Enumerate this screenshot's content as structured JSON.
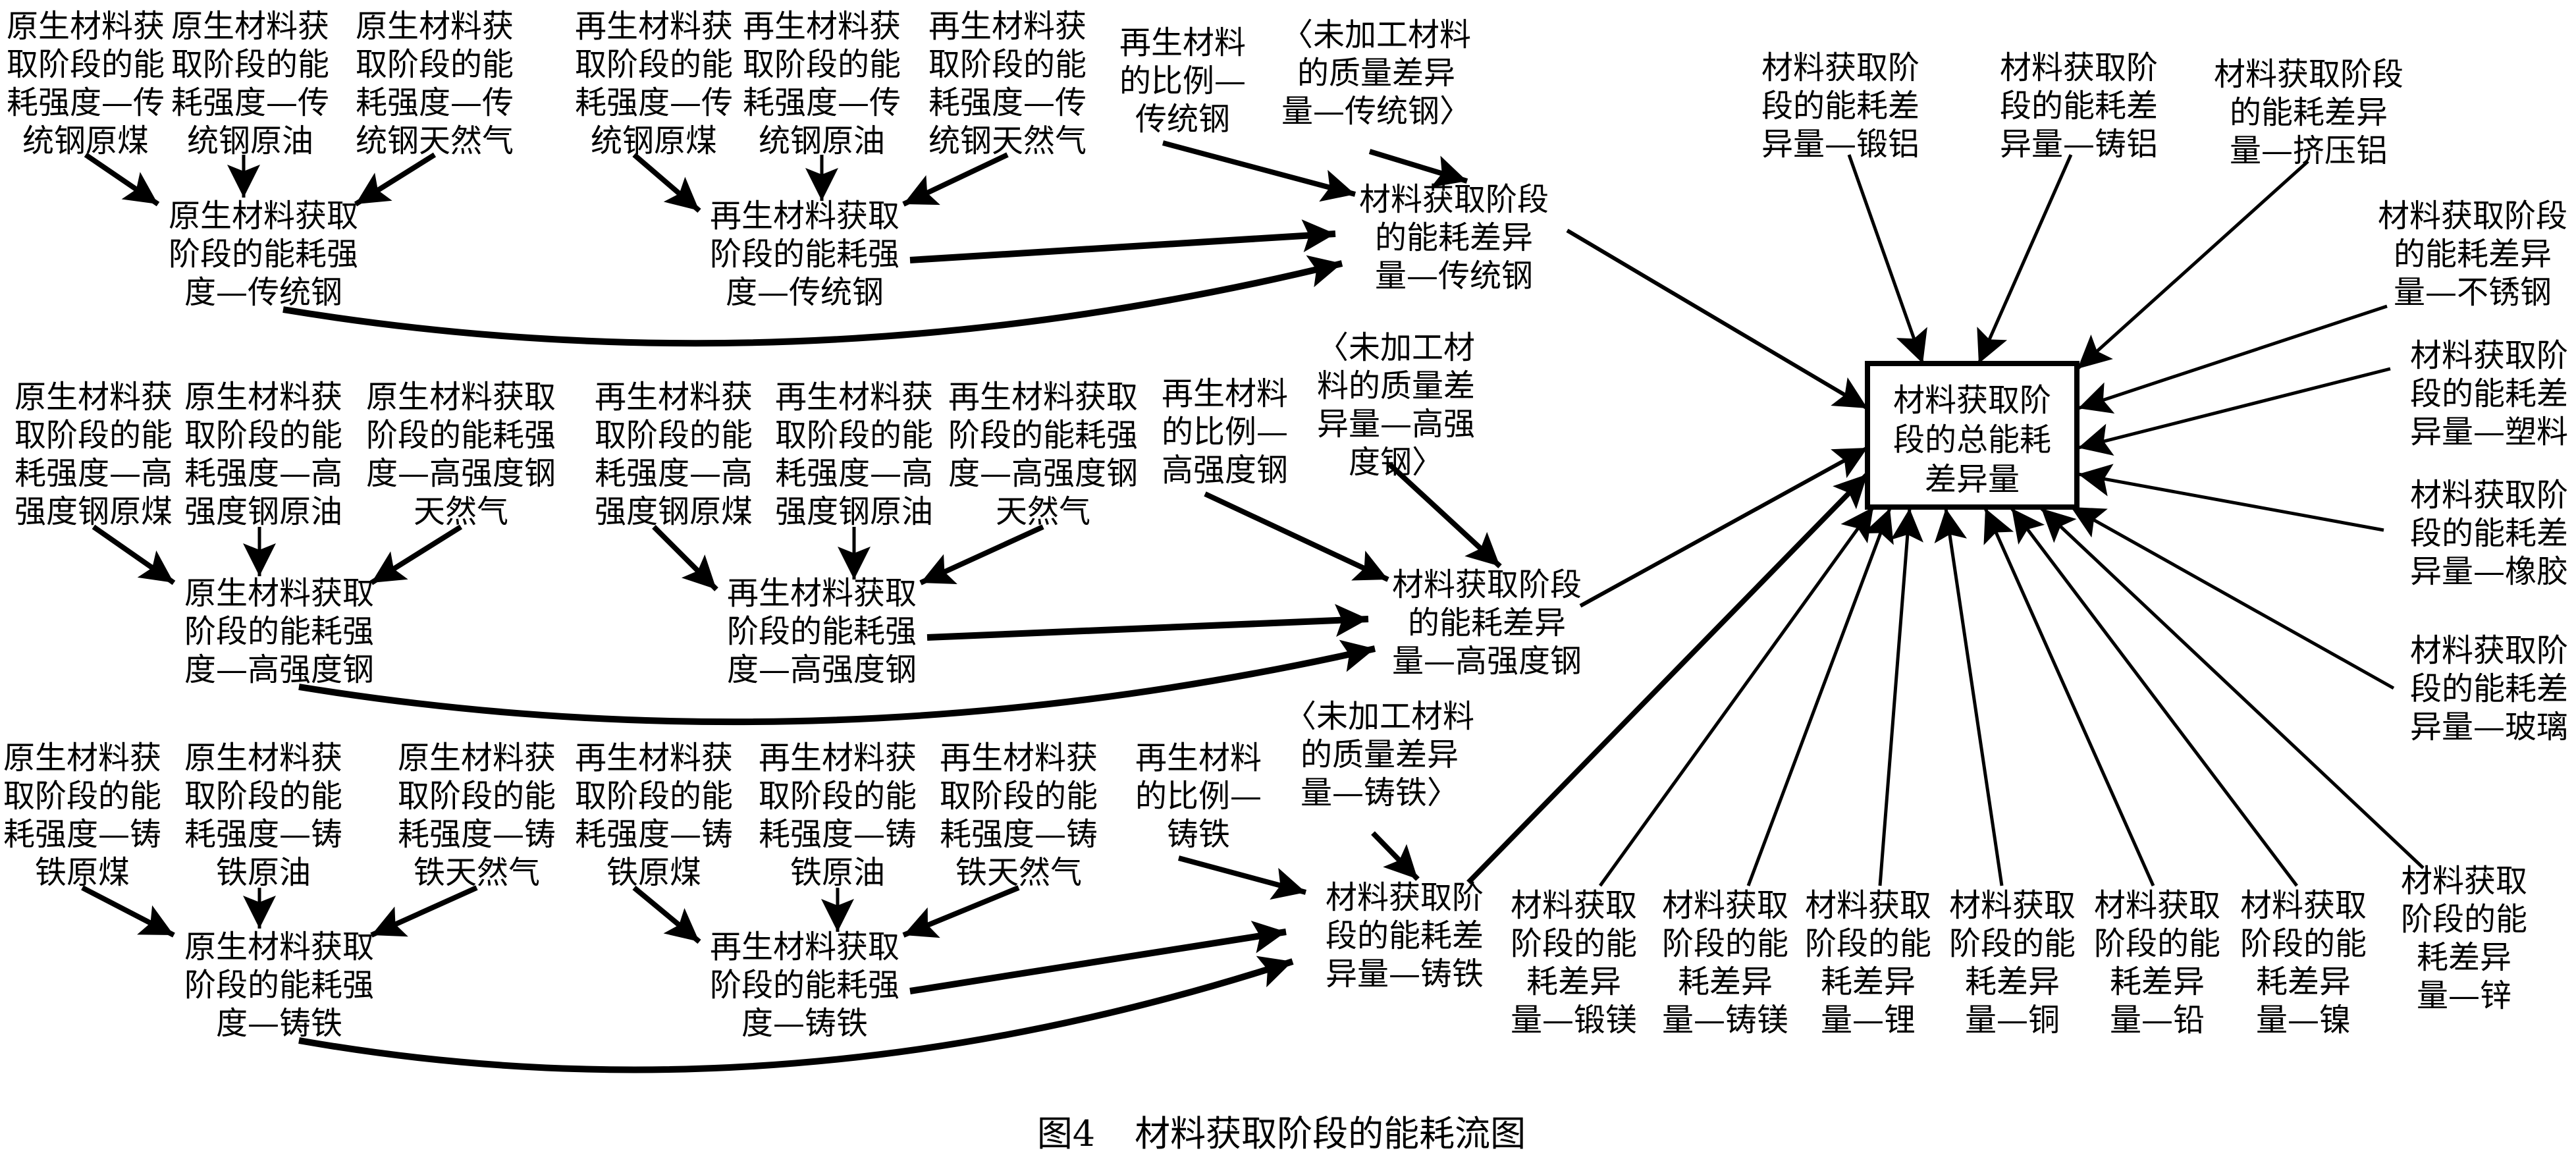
{
  "colors": {
    "ink": "#000000",
    "background": "#ffffff"
  },
  "caption": {
    "figure_no": "图4",
    "title": "材料获取阶段的能耗流图"
  },
  "central_node": {
    "lines": [
      "材料获取阶",
      "段的总能耗",
      "差异量"
    ]
  },
  "groups": [
    {
      "material": "传统钢",
      "sources": [
        {
          "lines": [
            "原生材料获",
            "取阶段的能",
            "耗强度—传",
            "统钢原煤"
          ]
        },
        {
          "lines": [
            "原生材料获",
            "取阶段的能",
            "耗强度—传",
            "统钢原油"
          ]
        },
        {
          "lines": [
            "原生材料获",
            "取阶段的能",
            "耗强度—传",
            "统钢天然气"
          ]
        },
        {
          "lines": [
            "再生材料获",
            "取阶段的能",
            "耗强度—传",
            "统钢原煤"
          ]
        },
        {
          "lines": [
            "再生材料获",
            "取阶段的能",
            "耗强度—传",
            "统钢原油"
          ]
        },
        {
          "lines": [
            "再生材料获",
            "取阶段的能",
            "耗强度—传",
            "统钢天然气"
          ]
        }
      ],
      "virgin_intensity": {
        "lines": [
          "原生材料获取",
          "阶段的能耗强",
          "度—传统钢"
        ]
      },
      "recycled_intensity": {
        "lines": [
          "再生材料获取",
          "阶段的能耗强",
          "度—传统钢"
        ]
      },
      "recycled_ratio": {
        "lines": [
          "再生材料",
          "的比例—",
          "传统钢"
        ]
      },
      "mass_difference": {
        "lines": [
          "〈未加工材料",
          "的质量差异",
          "量—传统钢〉"
        ]
      },
      "energy_difference": {
        "lines": [
          "材料获取阶段",
          "的能耗差异",
          "量—传统钢"
        ]
      }
    },
    {
      "material": "高强度钢",
      "sources": [
        {
          "lines": [
            "原生材料获",
            "取阶段的能",
            "耗强度—高",
            "强度钢原煤"
          ]
        },
        {
          "lines": [
            "原生材料获",
            "取阶段的能",
            "耗强度—高",
            "强度钢原油"
          ]
        },
        {
          "lines": [
            "原生材料获取",
            "阶段的能耗强",
            "度—高强度钢",
            "天然气"
          ]
        },
        {
          "lines": [
            "再生材料获",
            "取阶段的能",
            "耗强度—高",
            "强度钢原煤"
          ]
        },
        {
          "lines": [
            "再生材料获",
            "取阶段的能",
            "耗强度—高",
            "强度钢原油"
          ]
        },
        {
          "lines": [
            "再生材料获取",
            "阶段的能耗强",
            "度—高强度钢",
            "天然气"
          ]
        }
      ],
      "virgin_intensity": {
        "lines": [
          "原生材料获取",
          "阶段的能耗强",
          "度—高强度钢"
        ]
      },
      "recycled_intensity": {
        "lines": [
          "再生材料获取",
          "阶段的能耗强",
          "度—高强度钢"
        ]
      },
      "recycled_ratio": {
        "lines": [
          "再生材料",
          "的比例—",
          "高强度钢"
        ]
      },
      "mass_difference": {
        "lines": [
          "〈未加工材",
          "料的质量差",
          "异量—高强",
          "度钢〉"
        ]
      },
      "energy_difference": {
        "lines": [
          "材料获取阶段",
          "的能耗差异",
          "量—高强度钢"
        ]
      }
    },
    {
      "material": "铸铁",
      "sources": [
        {
          "lines": [
            "原生材料获",
            "取阶段的能",
            "耗强度—铸",
            "铁原煤"
          ]
        },
        {
          "lines": [
            "原生材料获",
            "取阶段的能",
            "耗强度—铸",
            "铁原油"
          ]
        },
        {
          "lines": [
            "原生材料获",
            "取阶段的能",
            "耗强度—铸",
            "铁天然气"
          ]
        },
        {
          "lines": [
            "再生材料获",
            "取阶段的能",
            "耗强度—铸",
            "铁原煤"
          ]
        },
        {
          "lines": [
            "再生材料获",
            "取阶段的能",
            "耗强度—铸",
            "铁原油"
          ]
        },
        {
          "lines": [
            "再生材料获",
            "取阶段的能",
            "耗强度—铸",
            "铁天然气"
          ]
        }
      ],
      "virgin_intensity": {
        "lines": [
          "原生材料获取",
          "阶段的能耗强",
          "度—铸铁"
        ]
      },
      "recycled_intensity": {
        "lines": [
          "再生材料获取",
          "阶段的能耗强",
          "度—铸铁"
        ]
      },
      "recycled_ratio": {
        "lines": [
          "再生材料",
          "的比例—",
          "铸铁"
        ]
      },
      "mass_difference": {
        "lines": [
          "〈未加工材料",
          "的质量差异",
          "量—铸铁〉"
        ]
      },
      "energy_difference": {
        "lines": [
          "材料获取阶",
          "段的能耗差",
          "异量—铸铁"
        ]
      }
    }
  ],
  "other_materials": [
    {
      "material": "锻铝",
      "lines": [
        "材料获取阶",
        "段的能耗差",
        "异量—锻铝"
      ]
    },
    {
      "material": "铸铝",
      "lines": [
        "材料获取阶",
        "段的能耗差",
        "异量—铸铝"
      ]
    },
    {
      "material": "挤压铝",
      "lines": [
        "材料获取阶段",
        "的能耗差异",
        "量—挤压铝"
      ]
    },
    {
      "material": "不锈钢",
      "lines": [
        "材料获取阶段",
        "的能耗差异",
        "量—不锈钢"
      ]
    },
    {
      "material": "塑料",
      "lines": [
        "材料获取阶",
        "段的能耗差",
        "异量—塑料"
      ]
    },
    {
      "material": "橡胶",
      "lines": [
        "材料获取阶",
        "段的能耗差",
        "异量—橡胶"
      ]
    },
    {
      "material": "玻璃",
      "lines": [
        "材料获取阶",
        "段的能耗差",
        "异量—玻璃"
      ]
    },
    {
      "material": "锌",
      "lines": [
        "材料获取",
        "阶段的能",
        "耗差异",
        "量—锌"
      ]
    },
    {
      "material": "镍",
      "lines": [
        "材料获取",
        "阶段的能",
        "耗差异",
        "量—镍"
      ]
    },
    {
      "material": "铅",
      "lines": [
        "材料获取",
        "阶段的能",
        "耗差异",
        "量—铅"
      ]
    },
    {
      "material": "铜",
      "lines": [
        "材料获取",
        "阶段的能",
        "耗差异",
        "量—铜"
      ]
    },
    {
      "material": "锂",
      "lines": [
        "材料获取",
        "阶段的能",
        "耗差异",
        "量—锂"
      ]
    },
    {
      "material": "铸镁",
      "lines": [
        "材料获取",
        "阶段的能",
        "耗差异",
        "量—铸镁"
      ]
    },
    {
      "material": "锻镁",
      "lines": [
        "材料获取",
        "阶段的能",
        "耗差异",
        "量—锻镁"
      ]
    }
  ]
}
